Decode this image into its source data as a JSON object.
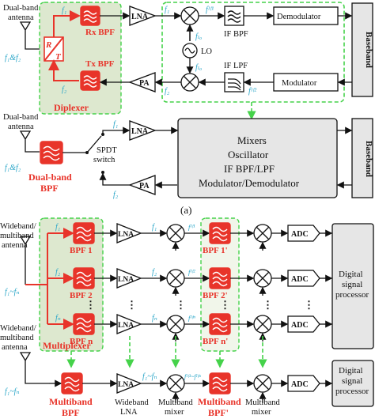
{
  "part_a": {
    "top": {
      "antenna_label": [
        "Dual-band",
        "antenna"
      ],
      "antenna_freq": "f₁&f₂",
      "rt_label": [
        "R",
        "T"
      ],
      "rx_bpf": "Rx BPF",
      "tx_bpf": "Tx BPF",
      "diplexer": "Diplexer",
      "lna": "LNA",
      "pa": "PA",
      "f1": "f₁",
      "f2": "f₂",
      "f1_after_lna": "f₁",
      "f_lo_top": "fₗₒ",
      "f_lo_bot": "fₗₒ",
      "lo": "LO",
      "f_if1": "fᴵᶠ¹",
      "f_if2": "fᴵᶠ²",
      "if_bpf": "IF BPF",
      "if_lpf": "IF LPF",
      "demodulator": "Demodulator",
      "modulator": "Modulator",
      "baseband": "Baseband"
    },
    "bottom": {
      "antenna_label": [
        "Dual-band",
        "antenna"
      ],
      "antenna_freq": "f₁&f₂",
      "dual_band_bpf": [
        "Dual-band",
        "BPF"
      ],
      "spdt": [
        "SPDT",
        "switch"
      ],
      "lna": "LNA",
      "pa": "PA",
      "f1": "f₁",
      "f2": "f₂",
      "block_lines": [
        "Mixers",
        "Oscillator",
        "IF BPF/LPF",
        "Modulator/Demodulator"
      ],
      "baseband": "Baseband"
    },
    "caption": "(a)"
  },
  "part_b": {
    "antenna_label": [
      "Wideband/",
      "multiband",
      "antenna"
    ],
    "antenna_freq": "f₁~fₙ",
    "bpfs": [
      "BPF 1",
      "BPF 2",
      "BPF n"
    ],
    "bpfs_prime": [
      "BPF 1'",
      "BPF 2'",
      "BPF n'"
    ],
    "multiplexer": "Multiplexer",
    "lna": "LNA",
    "adc": "ADC",
    "dsp": [
      "Digital",
      "signal",
      "processor"
    ],
    "freqs": [
      "f₁",
      "f₂",
      "fₙ"
    ],
    "freqs_if": [
      "fᴵᶠ¹",
      "fᴵᶠ²",
      "fᴵᶠⁿ"
    ],
    "dots": "⋮",
    "bottom": {
      "antenna_label": [
        "Wideband/",
        "multiband",
        "antenna"
      ],
      "antenna_freq": "f₁~fₙ",
      "multiband_bpf": [
        "Multiband",
        "BPF"
      ],
      "wideband_lna": [
        "Wideband",
        "LNA"
      ],
      "multiband_mixer_1": [
        "Multiband",
        "mixer"
      ],
      "multiband_bpf_prime": [
        "Multiband",
        "BPF'"
      ],
      "multiband_mixer_2": [
        "Multiband",
        "mixer"
      ],
      "adc": "ADC",
      "dsp": [
        "Digital",
        "signal",
        "processor"
      ],
      "freq_in": "f₁~fₙ",
      "freq_if": "fᴵᶠ¹~fᴵᶠⁿ"
    }
  },
  "colors": {
    "accent_red": "#e8342a",
    "green_dashed": "#45d24a",
    "cyan_labels": "#2aa6c8",
    "block_gray": "#e6e6e6"
  }
}
